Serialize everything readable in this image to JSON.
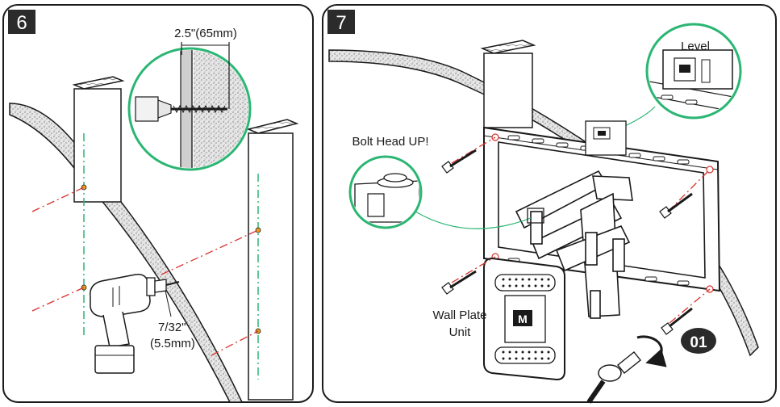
{
  "panels": [
    {
      "step": "6",
      "depth_label": "2.5\"(65mm)",
      "drill_label_line1": "7/32\"",
      "drill_label_line2": "(5.5mm)"
    },
    {
      "step": "7",
      "level_label": "Level",
      "bolt_label": "Bolt Head UP!",
      "wall_plate_line1": "Wall Plate",
      "wall_plate_line2": "Unit",
      "part_badge": "01",
      "logo_text": "M"
    }
  ],
  "colors": {
    "outline": "#1a1a1a",
    "green_guide": "#2bb673",
    "red_guide": "#d9302b",
    "step_badge_bg": "#2b2b2b",
    "concrete": "#d9d9d9"
  }
}
